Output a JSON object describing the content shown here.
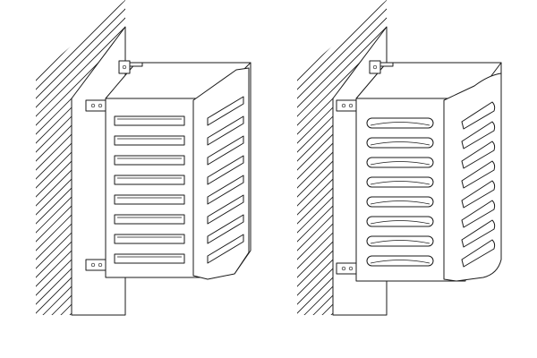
{
  "figure": {
    "colors": {
      "line": "#1a1a1a",
      "background": "#ffffff"
    },
    "drawings": [
      {
        "id": "left",
        "variant": "flat-louvers",
        "front_louvers": 8,
        "side_louvers": 8
      },
      {
        "id": "right",
        "variant": "curved-louvers",
        "front_louvers": 8,
        "side_louvers": 8
      }
    ]
  }
}
